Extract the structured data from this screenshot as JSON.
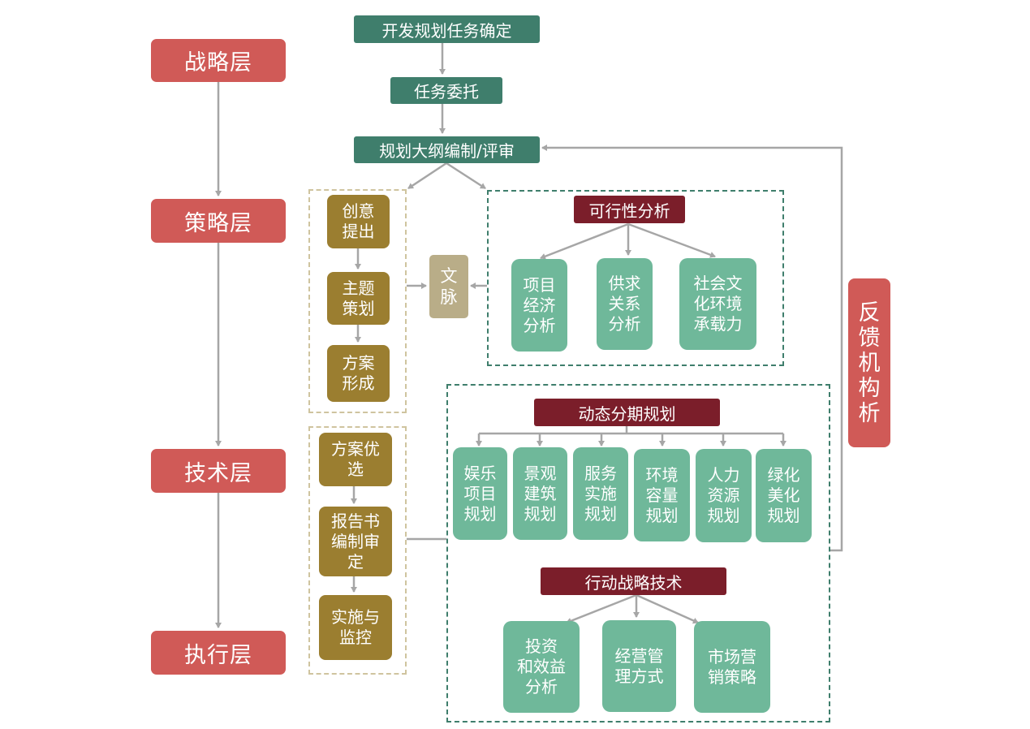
{
  "layers": {
    "strategy": "战略层",
    "tactics": "策略层",
    "technique": "技术层",
    "execution": "执行层"
  },
  "top_flow": {
    "task_confirm": "开发规划任务确定",
    "task_delegate": "任务委托",
    "outline": "规划大纲编制/评审"
  },
  "creative": {
    "idea": "创意\n提出",
    "theme": "主题\n策划",
    "scheme": "方案\n形成"
  },
  "context": "文\n脉",
  "feasibility": {
    "title": "可行性分析",
    "items": [
      "项目\n经济\n分析",
      "供求\n关系\n分析",
      "社会文\n化环境\n承载力"
    ]
  },
  "execution_steps": {
    "optimize": "方案优\n选",
    "report": "报告书\n编制审\n定",
    "implement": "实施与\n监控"
  },
  "dynamic": {
    "title": "动态分期规划",
    "items": [
      "娱乐\n项目\n规划",
      "景观\n建筑\n规划",
      "服务\n实施\n规划",
      "环境\n容量\n规划",
      "人力\n资源\n规划",
      "绿化\n美化\n规划"
    ]
  },
  "action": {
    "title": "行动战略技术",
    "items": [
      "投资\n和效益\n分析",
      "经营管\n理方式",
      "市场营\n销策略"
    ]
  },
  "feedback": "反\n馈\n机\n构\n析",
  "colors": {
    "layer": "#d05a57",
    "dark_green": "#3f7e6c",
    "olive": "#9b7e30",
    "tan": "#b9ad88",
    "maroon": "#7b1e2a",
    "teal": "#6fb89a",
    "arrow": "#a6a6a6"
  }
}
